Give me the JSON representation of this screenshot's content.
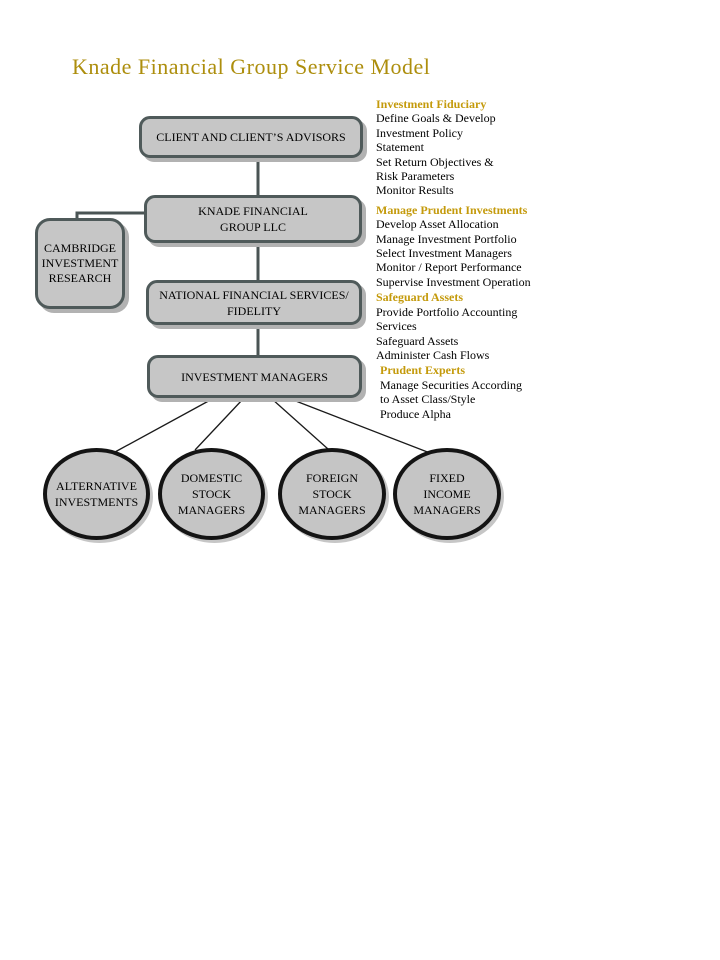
{
  "title": "Knade Financial Group Service Model",
  "colors": {
    "title_gold": "#AD8E0D",
    "heading_gold": "#C49A0B",
    "box_fill": "#C6C6C6",
    "box_border": "#4F5A5A",
    "ellipse_fill": "#C5C5C5",
    "ellipse_border": "#141414",
    "connector": "#4A5454",
    "shadow": "#B2B2B2",
    "text": "#000000"
  },
  "org_chart": {
    "nodes": [
      {
        "id": "client-advisors",
        "lines": [
          "CLIENT AND CLIENT’S ADVISORS"
        ]
      },
      {
        "id": "knade-financial-group",
        "lines": [
          "KNADE FINANCIAL",
          "GROUP LLC"
        ]
      },
      {
        "id": "cambridge-investment-research",
        "lines": [
          "CAMBRIDGE",
          "INVESTMENT",
          "RESEARCH"
        ]
      },
      {
        "id": "national-financial-services",
        "lines": [
          "NATIONAL FINANCIAL SERVICES/",
          "FIDELITY"
        ]
      },
      {
        "id": "investment-managers",
        "lines": [
          "INVESTMENT MANAGERS"
        ]
      }
    ],
    "ellipses": [
      {
        "id": "alternative-investments",
        "lines": [
          "ALTERNATIVE",
          "INVESTMENTS"
        ]
      },
      {
        "id": "domestic-stock-managers",
        "lines": [
          "DOMESTIC",
          "STOCK",
          "MANAGERS"
        ]
      },
      {
        "id": "foreign-stock-managers",
        "lines": [
          "FOREIGN",
          "STOCK",
          "MANAGERS"
        ]
      },
      {
        "id": "fixed-income-managers",
        "lines": [
          "FIXED",
          "INCOME",
          "MANAGERS"
        ]
      }
    ]
  },
  "annotations": {
    "sections": [
      {
        "heading": "Investment Fiduciary",
        "lines": [
          "Define Goals & Develop",
          "Investment Policy",
          "Statement",
          "Set Return Objectives &",
          "Risk Parameters",
          "Monitor Results"
        ]
      },
      {
        "heading": "Manage Prudent Investments",
        "lines": [
          "Develop Asset Allocation",
          "Manage Investment Portfolio",
          "Select Investment Managers",
          "Monitor / Report Performance",
          "Supervise Investment Operation"
        ]
      },
      {
        "heading": "Safeguard Assets",
        "lines": [
          "Provide Portfolio Accounting",
          "Services",
          "Safeguard Assets",
          "Administer Cash Flows"
        ]
      },
      {
        "heading": "Prudent Experts",
        "lines": [
          "Manage Securities According",
          "to Asset Class/Style",
          "Produce Alpha"
        ]
      }
    ]
  }
}
